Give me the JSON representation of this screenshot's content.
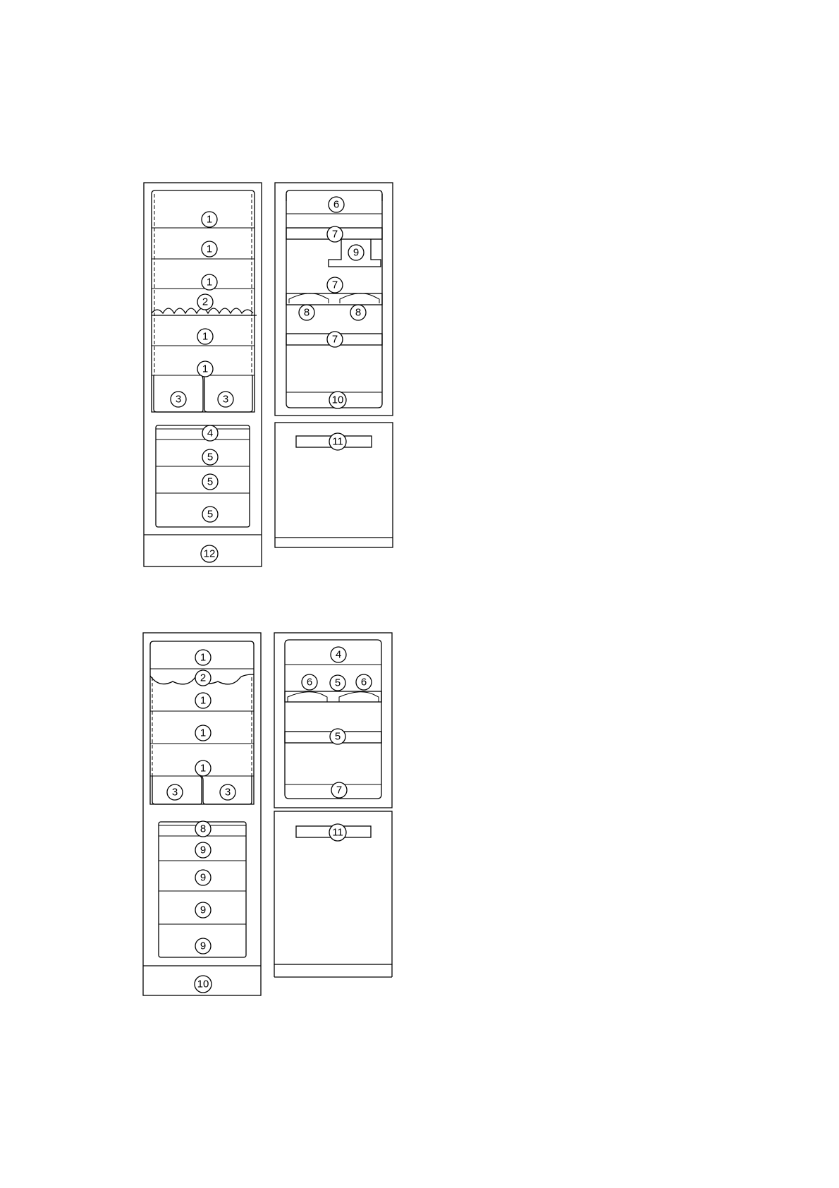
{
  "diagrams": [
    {
      "labels": [
        "1",
        "1",
        "1",
        "2",
        "1",
        "1",
        "3",
        "3",
        "4",
        "5",
        "5",
        "5",
        "12",
        "6",
        "7",
        "9",
        "7",
        "8",
        "8",
        "7",
        "10",
        "11"
      ]
    },
    {
      "labels": [
        "1",
        "2",
        "1",
        "1",
        "1",
        "3",
        "3",
        "8",
        "9",
        "9",
        "9",
        "9",
        "10",
        "4",
        "6",
        "5",
        "6",
        "5",
        "7",
        "11"
      ]
    }
  ]
}
